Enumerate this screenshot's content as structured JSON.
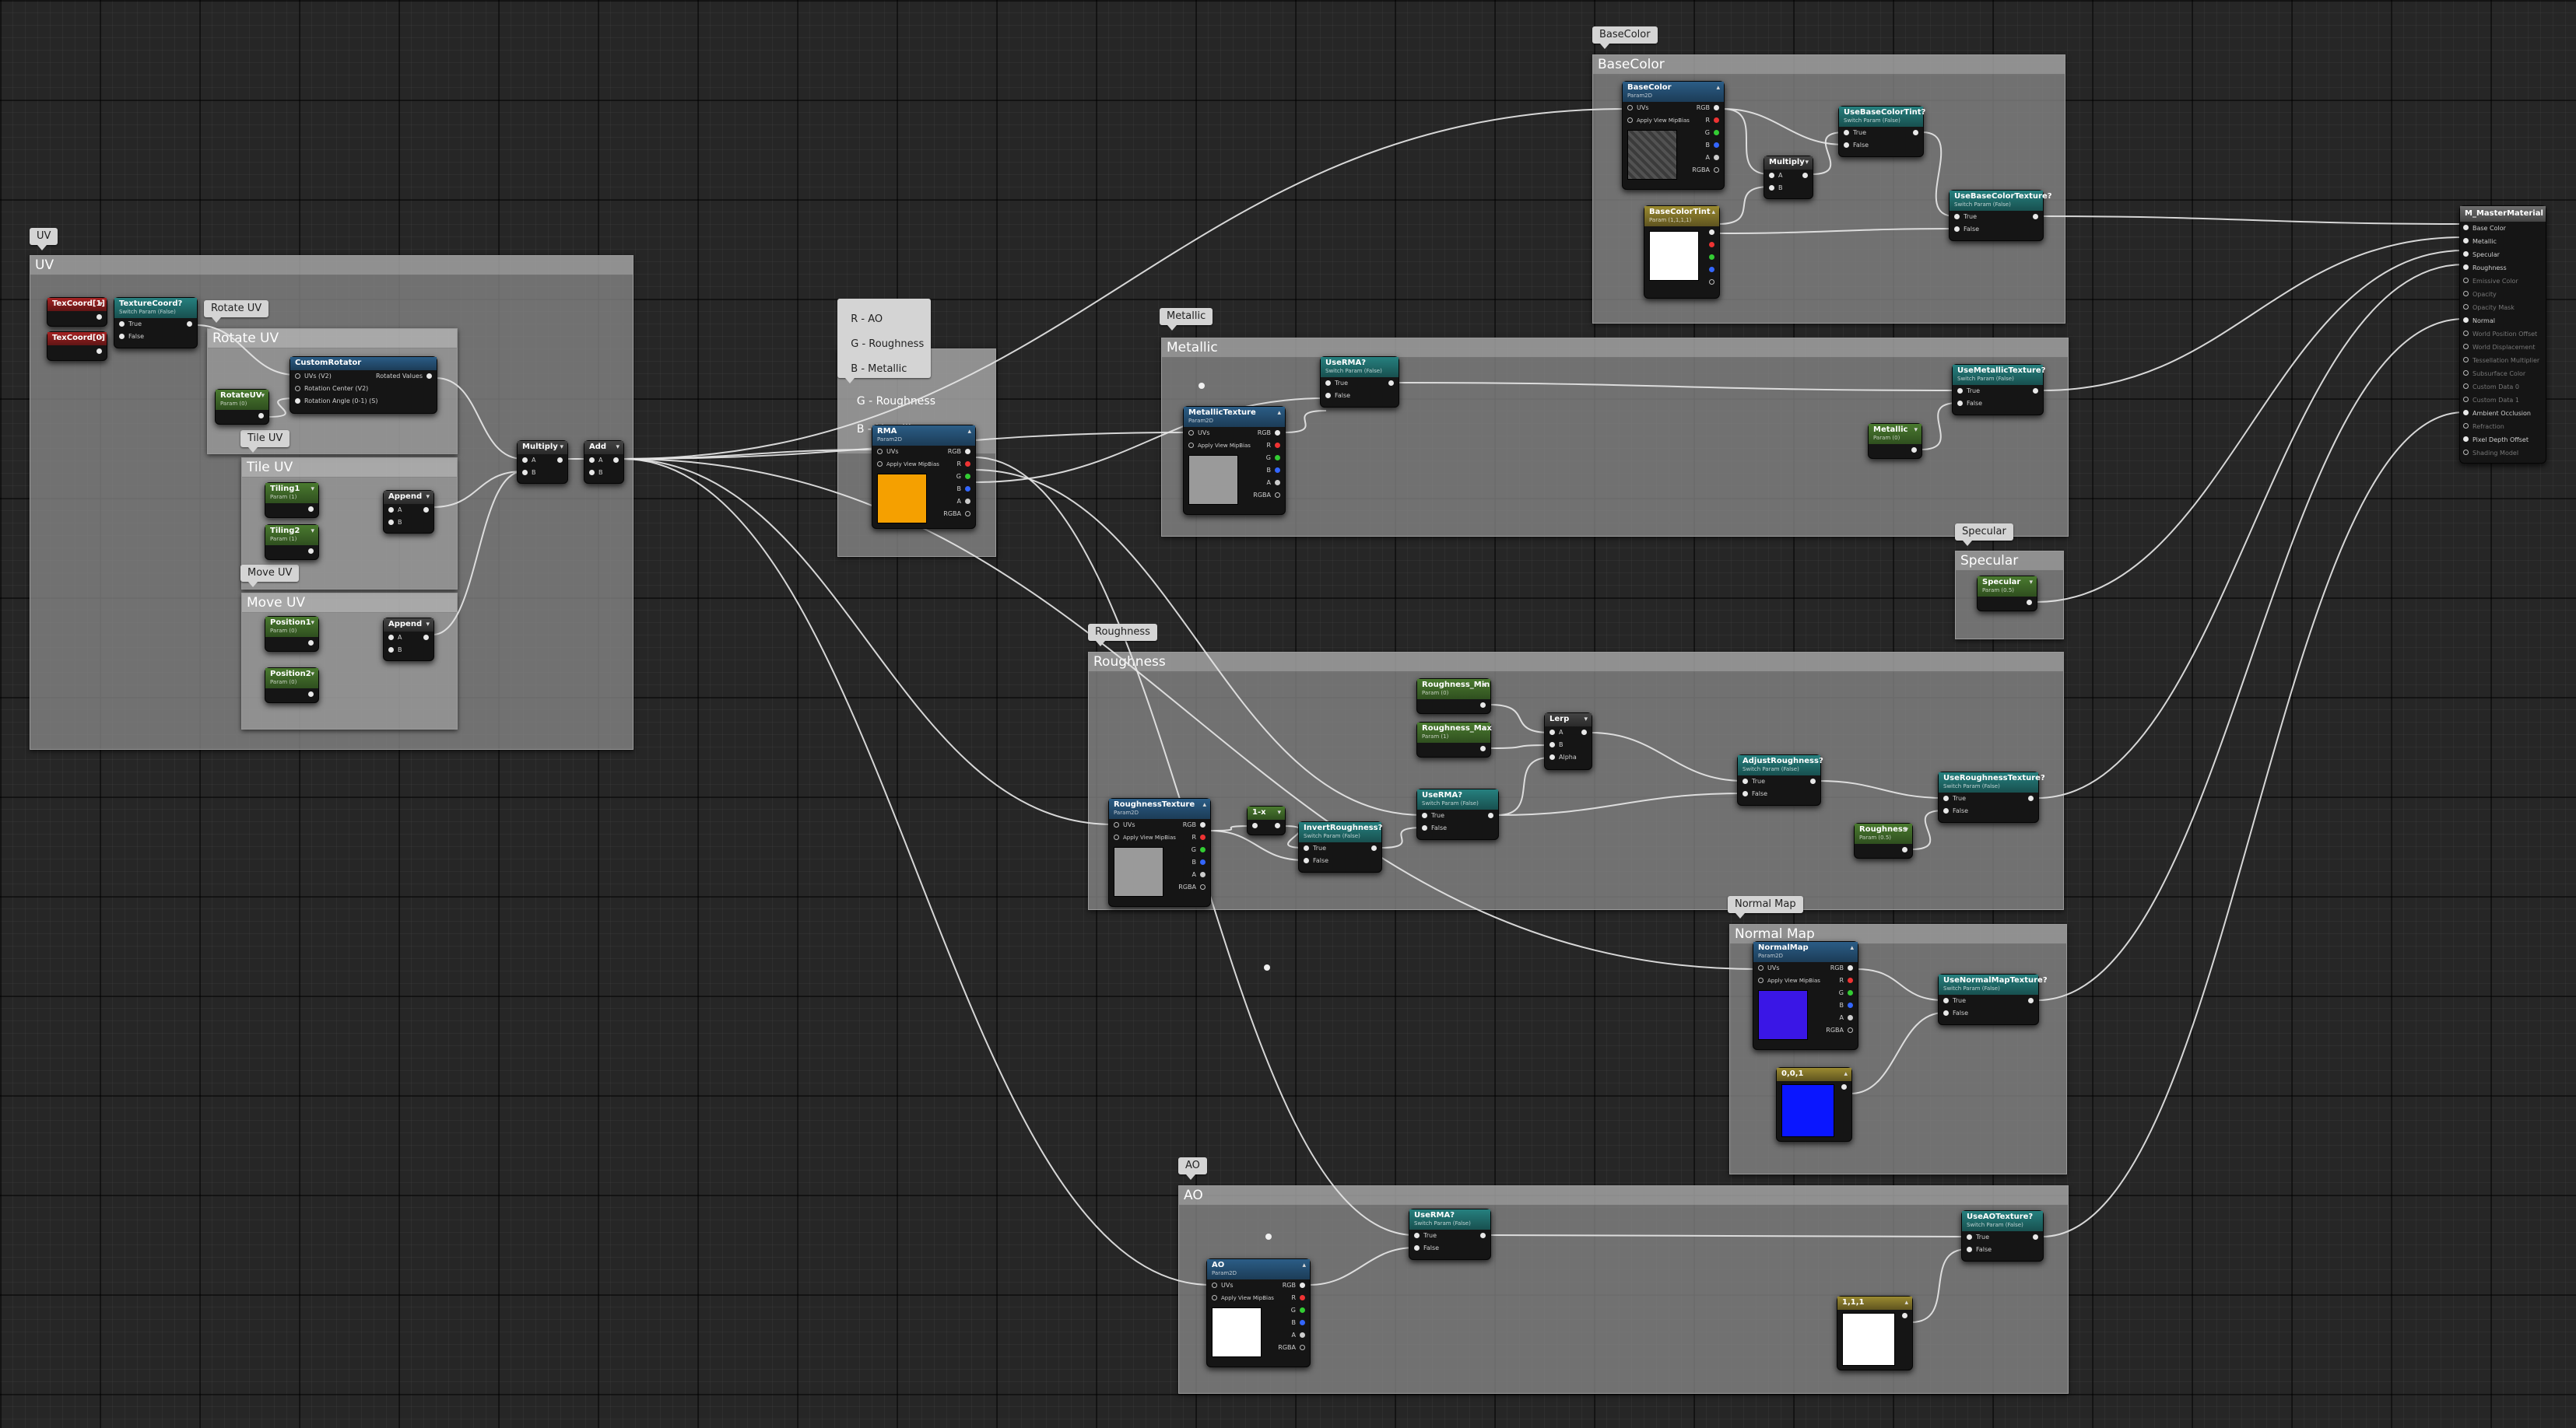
{
  "comments": {
    "uv": "UV",
    "rotate_uv": "Rotate UV",
    "tile_uv": "Tile UV",
    "move_uv": "Move UV",
    "rma_lines": [
      "R - AO",
      "G - Roughness",
      "B - Metallic"
    ],
    "basecolor": "BaseColor",
    "metallic": "Metallic",
    "specular": "Specular",
    "roughness": "Roughness",
    "normal_map": "Normal Map",
    "ao": "AO"
  },
  "pins": {
    "uvs": "UVs",
    "apply_view_mip": "Apply View MipBias",
    "rgb": "RGB",
    "rgba": "RGBA",
    "r": "R",
    "g": "G",
    "b": "B",
    "a": "A",
    "true": "True",
    "false": "False",
    "alpha": "Alpha",
    "rotated_values": "Rotated Values",
    "uvs_v2": "UVs (V2)",
    "rotation_center": "Rotation Center (V2)",
    "rotation_angle": "Rotation Angle (0-1) (S)"
  },
  "nodes": {
    "texcoord1": {
      "title": "TexCoord[1]"
    },
    "texcoord0": {
      "title": "TexCoord[0]"
    },
    "texcoord_switch": {
      "title": "TextureCoord?",
      "sub": "Switch Param (False)"
    },
    "custom_rotator": {
      "title": "CustomRotator"
    },
    "rotate_uv": {
      "title": "RotateUV",
      "sub": "Param (0)"
    },
    "tiling1": {
      "title": "Tiling1",
      "sub": "Param (1)"
    },
    "tiling2": {
      "title": "Tiling2",
      "sub": "Param (1)"
    },
    "append1": {
      "title": "Append"
    },
    "position1": {
      "title": "Position1",
      "sub": "Param (0)"
    },
    "position2": {
      "title": "Position2",
      "sub": "Param (0)"
    },
    "append2": {
      "title": "Append"
    },
    "multiply_uv": {
      "title": "Multiply"
    },
    "add_uv": {
      "title": "Add"
    },
    "rma": {
      "title": "RMA",
      "sub": "Param2D"
    },
    "basecolor_tex": {
      "title": "BaseColor",
      "sub": "Param2D"
    },
    "basecolor_tint": {
      "title": "BaseColorTint",
      "sub": "Param (1,1,1,1)"
    },
    "multiply_bc": {
      "title": "Multiply"
    },
    "use_bc_tint": {
      "title": "UseBaseColorTint?",
      "sub": "Switch Param (False)"
    },
    "use_bc_texture": {
      "title": "UseBaseColorTexture?",
      "sub": "Switch Param (False)"
    },
    "use_rma_metal": {
      "title": "UseRMA?",
      "sub": "Switch Param (False)"
    },
    "metallic_tex": {
      "title": "MetallicTexture",
      "sub": "Param2D"
    },
    "use_metallic_tex": {
      "title": "UseMetallicTexture?",
      "sub": "Switch Param (False)"
    },
    "metallic_param": {
      "title": "Metallic",
      "sub": "Param (0)"
    },
    "specular_param": {
      "title": "Specular",
      "sub": "Param (0.5)"
    },
    "roughness_min": {
      "title": "Roughness_Min",
      "sub": "Param (0)"
    },
    "roughness_max": {
      "title": "Roughness_Max",
      "sub": "Param (1)"
    },
    "lerp": {
      "title": "Lerp"
    },
    "roughness_tex": {
      "title": "RoughnessTexture",
      "sub": "Param2D"
    },
    "one_minus": {
      "title": "1-x"
    },
    "invert_rough": {
      "title": "InvertRoughness?",
      "sub": "Switch Param (False)"
    },
    "use_rma_rough": {
      "title": "UseRMA?",
      "sub": "Switch Param (False)"
    },
    "adjust_rough": {
      "title": "AdjustRoughness?",
      "sub": "Switch Param (False)"
    },
    "use_rough_tex": {
      "title": "UseRoughnessTexture?",
      "sub": "Switch Param (False)"
    },
    "roughness_param": {
      "title": "Roughness",
      "sub": "Param (0.5)"
    },
    "normal_tex": {
      "title": "NormalMap",
      "sub": "Param2D"
    },
    "normal_const": {
      "title": "0,0,1"
    },
    "use_normal_tex": {
      "title": "UseNormalMapTexture?",
      "sub": "Switch Param (False)"
    },
    "use_rma_ao": {
      "title": "UseRMA?",
      "sub": "Switch Param (False)"
    },
    "ao_tex": {
      "title": "AO",
      "sub": "Param2D"
    },
    "ao_const": {
      "title": "1,1,1"
    },
    "use_ao_tex": {
      "title": "UseAOTexture?",
      "sub": "Switch Param (False)"
    },
    "master": {
      "title": "M_MasterMaterial"
    }
  },
  "master_inputs": [
    "Base Color",
    "Metallic",
    "Specular",
    "Roughness",
    "Emissive Color",
    "Opacity",
    "Opacity Mask",
    "Normal",
    "World Position Offset",
    "World Displacement",
    "Tessellation Multiplier",
    "Subsurface Color",
    "Custom Data 0",
    "Custom Data 1",
    "Ambient Occlusion",
    "Refraction",
    "Pixel Depth Offset",
    "Shading Model"
  ],
  "colors": {
    "rma_preview": "#f5a000",
    "normal_preview": "#3a16e6",
    "normal_const_preview": "#0a16ff",
    "white_preview": "#ffffff",
    "gray_preview": "#9a9a9a"
  }
}
